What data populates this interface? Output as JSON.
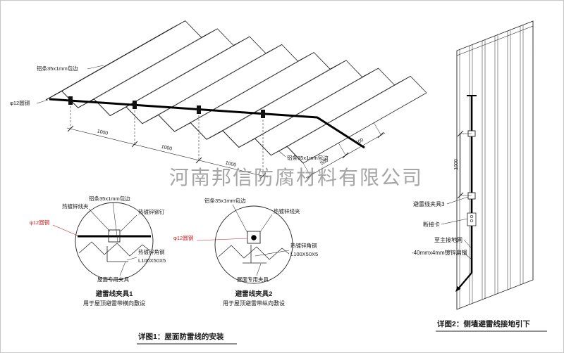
{
  "watermark": "河南邦信防腐材料有限公司",
  "colors": {
    "line": "#1a1a1a",
    "red": "#c42020",
    "watermark": "#8f8f8f"
  },
  "roof_view": {
    "label_al_strip_top": "铝条35x1mm包边",
    "label_al_strip_bottom": "铝条35x1mm包边",
    "label_round_steel": "φ12圆钢",
    "dims_1000": [
      "1000",
      "1000",
      "1000"
    ],
    "dims_500": [
      "500",
      "500"
    ]
  },
  "detail1": {
    "labels": {
      "wire_clip": "热镀锌线夹",
      "al_strip": "铝条35x1mm包边",
      "rivet": "热镀锌铆钉",
      "round_steel": "φ12圆钢",
      "angle_steel": "热镀锌角钢",
      "angle_spec": "L100X50X5",
      "roof_fixture": "屋面专用夹具"
    },
    "title": "避雷线夹具1",
    "subtitle": "用于屋顶避雷带横向敷设"
  },
  "detail2": {
    "labels": {
      "al_strip": "铝条35x1mm包边",
      "wire_clip": "热镀锌线夹",
      "round_steel": "φ12圆钢",
      "angle_steel": "热镀锌角钢",
      "angle_spec": "L100X50X5",
      "roof_fixture": "屋面专用夹具"
    },
    "title": "避雷线夹具2",
    "subtitle": "用于屋顶避雷带纵向敷设"
  },
  "wall_view": {
    "labels": {
      "clamp3": "避雷线夹具3",
      "disconnect_card": "断接卡",
      "to_ground": "至主接地网",
      "flat_steel": "-40mmx4mm镀锌扁钢"
    },
    "dim_1000": "1000"
  },
  "captions": {
    "detail1": "详图1：屋面防雷线的安装",
    "detail2": "详图2：侧墙避雷线接地引下"
  }
}
